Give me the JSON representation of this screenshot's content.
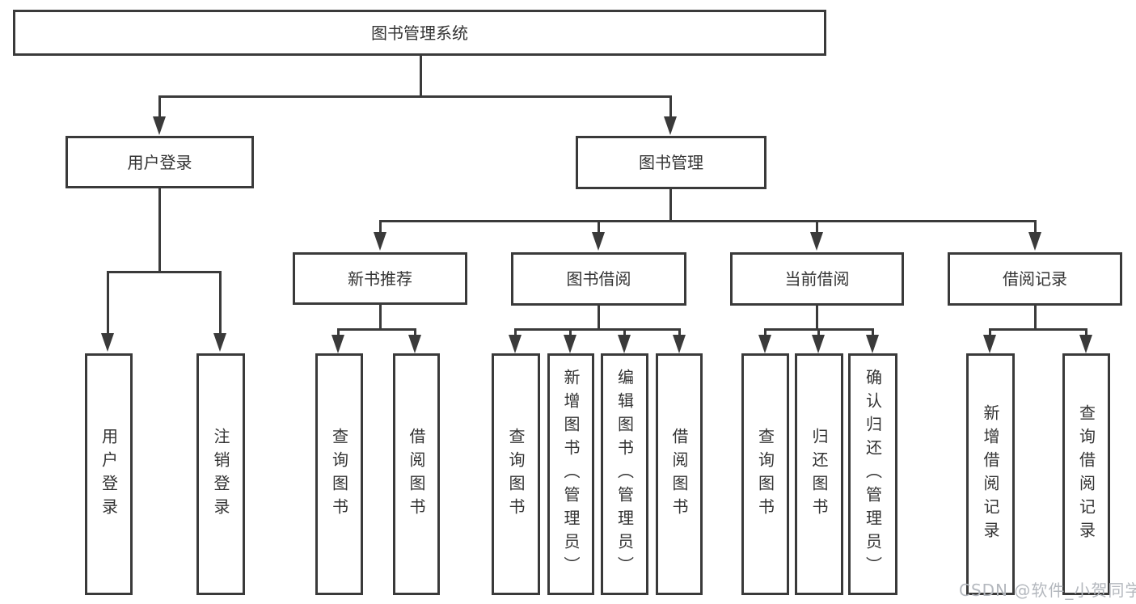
{
  "tree": {
    "root": {
      "label": "图书管理系统",
      "children": [
        {
          "label": "用户登录",
          "children": [
            {
              "label": "用户登录"
            },
            {
              "label": "注销登录"
            }
          ]
        },
        {
          "label": "图书管理",
          "children": [
            {
              "label": "新书推荐",
              "children": [
                {
                  "label": "查询图书"
                },
                {
                  "label": "借阅图书"
                }
              ]
            },
            {
              "label": "图书借阅",
              "children": [
                {
                  "label": "查询图书"
                },
                {
                  "label": "新增图书（管理员）"
                },
                {
                  "label": "编辑图书（管理员）"
                },
                {
                  "label": "借阅图书"
                }
              ]
            },
            {
              "label": "当前借阅",
              "children": [
                {
                  "label": "查询图书"
                },
                {
                  "label": "归还图书"
                },
                {
                  "label": "确认归还（管理员）"
                }
              ]
            },
            {
              "label": "借阅记录",
              "children": [
                {
                  "label": "新增借阅记录"
                },
                {
                  "label": "查询借阅记录"
                }
              ]
            }
          ]
        }
      ]
    }
  },
  "watermark": "CSDN @软件_小贺同学",
  "colors": {
    "line": "#3a3a3a",
    "text": "#333333",
    "watermark": "#b4b8be",
    "background": "#ffffff"
  }
}
